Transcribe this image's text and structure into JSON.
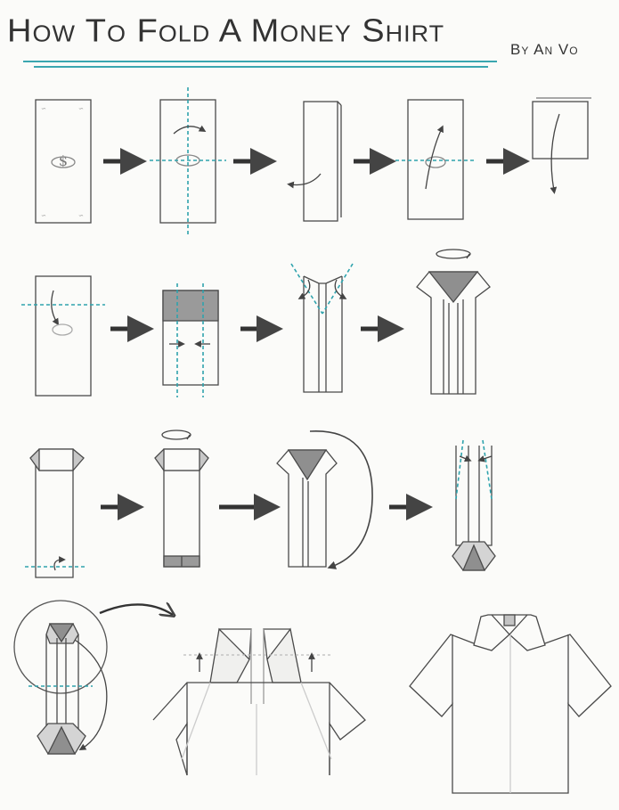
{
  "header": {
    "title": "How To Fold A Money Shirt",
    "byline": "By An Vo"
  },
  "colors": {
    "pencil": "#4a4a4a",
    "shade": "#9a9a9a",
    "fold_line": "#2fa3ad",
    "arrow": "#333333",
    "paper": "#fbfbf9"
  },
  "icons": {
    "dollar_sign": "$",
    "curl_arrow": "curved-fold-arrow",
    "flip": "flip-over-arrow"
  }
}
